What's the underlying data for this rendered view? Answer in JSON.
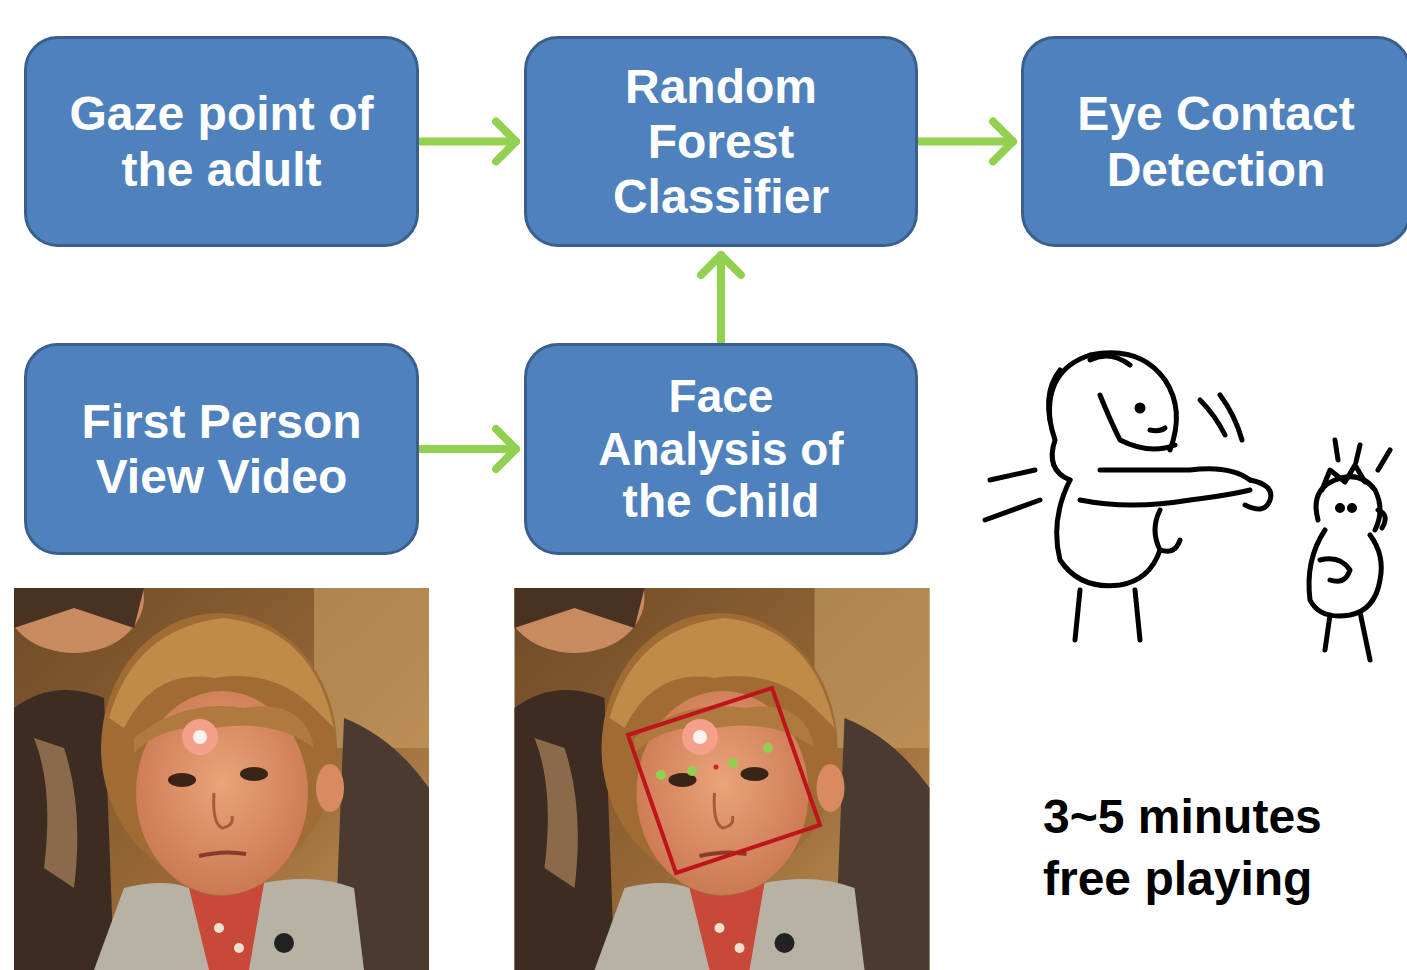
{
  "diagram": {
    "nodes": [
      {
        "text": [
          "Gaze point of the adult"
        ]
      },
      {
        "text": [
          "Random Forest Classifier"
        ]
      },
      {
        "text": [
          "Eye Contact Detection"
        ]
      },
      {
        "text": [
          "First Person View Video"
        ]
      },
      {
        "text": [
          "Face Analysis of the Child"
        ]
      }
    ],
    "edges": [
      {
        "from": 0,
        "to": 1,
        "arrow": "to"
      },
      {
        "from": 1,
        "to": 2,
        "arrow": "to"
      },
      {
        "from": 3,
        "to": 4,
        "arrow": "to"
      },
      {
        "from": 4,
        "to": 1,
        "arrow": "to"
      }
    ],
    "labels": [
      "3~5 minutes free playing"
    ]
  }
}
